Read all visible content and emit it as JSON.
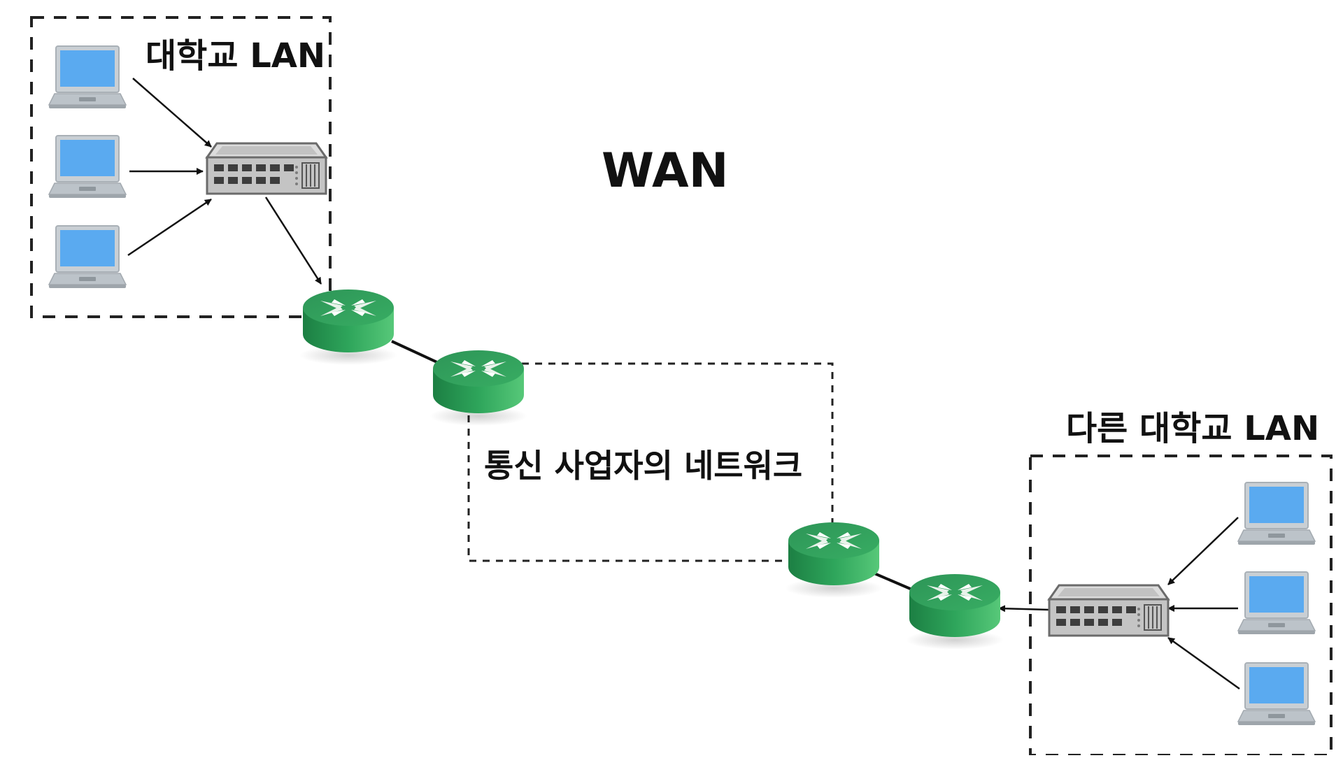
{
  "labels": {
    "campus_lan": "대학교 LAN",
    "wan": "WAN",
    "isp_network": "통신 사업자의 네트워크",
    "other_campus_lan": "다른 대학교 LAN"
  },
  "icons": {
    "laptop": "laptop-icon",
    "switch": "network-switch-icon",
    "router": "router-icon"
  },
  "colors": {
    "laptop_screen": "#5aaaf0",
    "laptop_body": "#bcc3c9",
    "switch_body": "#c9c9c9",
    "router_top": "#2e9e5a",
    "router_side": "#1f8a4a",
    "line": "#111111"
  }
}
